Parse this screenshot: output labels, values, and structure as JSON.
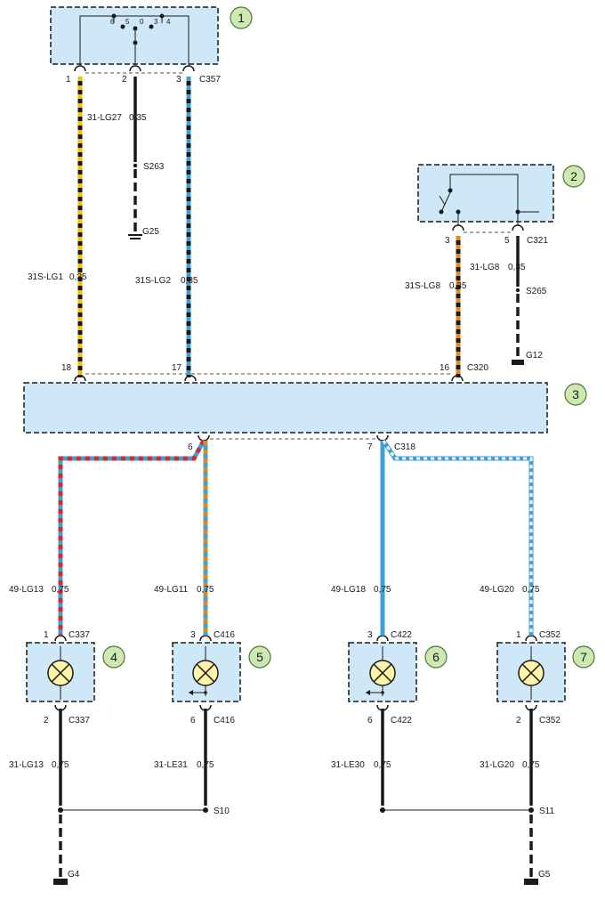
{
  "components": {
    "c1": {
      "number": "1",
      "connector": "C357",
      "pins": [
        "1",
        "2",
        "3"
      ],
      "switch_positions": [
        "6",
        "5",
        "0",
        "3",
        "4"
      ]
    },
    "c2": {
      "number": "2",
      "connector": "C321",
      "pins": [
        "3",
        "5"
      ]
    },
    "c3": {
      "number": "3",
      "connector_top": "C320",
      "pins_top": [
        "18",
        "17",
        "16"
      ],
      "connector_bottom": "C318",
      "pins_bottom": [
        "6",
        "7"
      ]
    },
    "c4": {
      "number": "4",
      "conn_top": "C337",
      "pin_top": "1",
      "conn_bottom": "C337",
      "pin_bottom": "2"
    },
    "c5": {
      "number": "5",
      "conn_top": "C416",
      "pin_top": "3",
      "conn_bottom": "C416",
      "pin_bottom": "6"
    },
    "c6": {
      "number": "6",
      "conn_top": "C422",
      "pin_top": "3",
      "conn_bottom": "C422",
      "pin_bottom": "6"
    },
    "c7": {
      "number": "7",
      "conn_top": "C352",
      "pin_top": "1",
      "conn_bottom": "C352",
      "pin_bottom": "2"
    }
  },
  "wires": {
    "w1": {
      "circuit": "31S-LG1",
      "gauge": "0,35",
      "stripe": "#f2c200"
    },
    "w2a": {
      "circuit": "31-LG27",
      "gauge": "0,35"
    },
    "w3": {
      "circuit": "31S-LG2",
      "gauge": "0,35",
      "stripe": "#3fa0d8"
    },
    "w4": {
      "circuit": "31-LG8",
      "gauge": "0,35"
    },
    "w5": {
      "circuit": "31S-LG8",
      "gauge": "0,35",
      "stripe": "#e08a1e"
    },
    "w6": {
      "circuit": "49-LG13",
      "gauge": "0,75",
      "stripe": "#d42a2a"
    },
    "w7": {
      "circuit": "49-LG11",
      "gauge": "0,75",
      "stripe": "#e08a1e"
    },
    "w8": {
      "circuit": "49-LG18",
      "gauge": "0,75"
    },
    "w9": {
      "circuit": "49-LG20",
      "gauge": "0,75",
      "stripe": "#ffffff"
    },
    "w10": {
      "circuit": "31-LG13",
      "gauge": "0,75"
    },
    "w11": {
      "circuit": "31-LE31",
      "gauge": "0,75"
    },
    "w12": {
      "circuit": "31-LE30",
      "gauge": "0,75"
    },
    "w13": {
      "circuit": "31-LG20",
      "gauge": "0,75"
    }
  },
  "splices": {
    "s263": "S263",
    "s265": "S265",
    "s10": "S10",
    "s11": "S11"
  },
  "grounds": {
    "g25": "G25",
    "g12": "G12",
    "g4": "G4",
    "g5": "G5"
  },
  "colors": {
    "component_fill": "#cfe8f7",
    "badge_fill": "#cde8b0",
    "wire_black": "#1a1a1a",
    "wire_blue": "#3fa0d8"
  }
}
